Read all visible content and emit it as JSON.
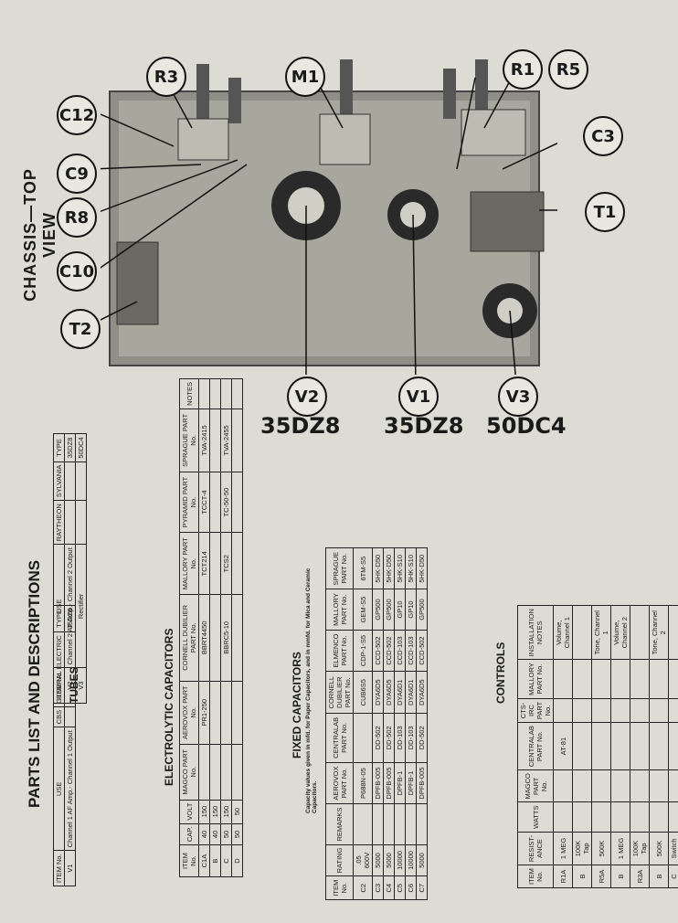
{
  "chassis": {
    "title": "CHASSIS—TOP VIEW",
    "callouts": [
      "R3",
      "M1",
      "R1",
      "R5",
      "C12",
      "C3",
      "C9",
      "T1",
      "R8",
      "C10",
      "T2",
      "V2",
      "V1",
      "V3"
    ],
    "tube_labels": [
      "35DZ8",
      "35DZ8",
      "50DC4"
    ]
  },
  "parts": {
    "title": "PARTS LIST AND DESCRIPTIONS",
    "tubes": {
      "heading": "TUBES",
      "left_headers": [
        "ITEM No.",
        "USE",
        "CBS",
        "GENERAL ELECTRIC",
        "TYPE"
      ],
      "left_rows": [
        [
          "V1",
          "Channel 1 AF Amp.- Channel 1 Output",
          "35DZ8"
        ]
      ],
      "right_headers": [
        "ITEM No.",
        "USE",
        "RAYTHEON",
        "SYLVANIA",
        "TYPE"
      ],
      "right_rows": [
        [
          "V2",
          "Channel 2 AF Amp.- Channel 2 Output",
          "35DZ8"
        ],
        [
          "V3",
          "Rectifier",
          "50DC4"
        ]
      ]
    },
    "electrolytic": {
      "heading": "ELECTROLYTIC CAPACITORS",
      "headers": [
        "ITEM No.",
        "CAP.",
        "VOLT",
        "MAGCO PART No.",
        "AEROVOX PART No.",
        "CORNELL DUBILIER PART No.",
        "MALLORY PART No.",
        "PYRAMID PART No.",
        "SPRAGUE PART No.",
        "NOTES"
      ],
      "rows": [
        [
          "C1A",
          "40",
          "150",
          "",
          "PR1-250",
          "BBRT4450",
          "TCT214",
          "TCCT-4",
          "TVA-2415",
          ""
        ],
        [
          "B",
          "40",
          "150",
          "",
          "",
          "",
          "",
          "",
          "",
          ""
        ],
        [
          "C",
          "50",
          "150",
          "",
          "",
          "BBRC5-10",
          "TCS2",
          "TC-50-50",
          "TVA-2455",
          ""
        ],
        [
          "D",
          "50",
          "50",
          "",
          "",
          "",
          "",
          "",
          "",
          ""
        ]
      ]
    },
    "fixed": {
      "heading": "FIXED CAPACITORS",
      "note": "Capacity values given in mfd. for Paper Capacitors, and in mmfd. for Mica and Ceramic Capacitors.",
      "headers": [
        "ITEM No.",
        "RATING",
        "REMARKS",
        "AEROVOX PART No.",
        "CENTRALAB PART No.",
        "CORNELL DUBILIER PART No.",
        "ELMENCO PART No.",
        "MALLORY PART No.",
        "SPRAGUE PART No."
      ],
      "rows": [
        [
          "C2",
          ".05 600V",
          "",
          "P688N-05",
          "",
          "CUB6S5",
          "CDP-1-S5",
          "GEM-S5",
          "6TM-S5"
        ],
        [
          "C3",
          "5000",
          "",
          "DPFB-005",
          "DD-502",
          "DYA6D5",
          "CCD-502",
          "GP500",
          "5HK-D50"
        ],
        [
          "C4",
          "5000",
          "",
          "DPFB-005",
          "DD-502",
          "DYA6D5",
          "CCD-502",
          "GP500",
          "5HK-D50"
        ],
        [
          "C5",
          "10000",
          "",
          "DPFB-1",
          "DD-103",
          "DYA6D1",
          "CCD-103",
          "GP10",
          "5HK-S10"
        ],
        [
          "C6",
          "10000",
          "",
          "DPFB-1",
          "DD-103",
          "DYA6D1",
          "CCD-103",
          "GP10",
          "5HK-S10"
        ],
        [
          "C7",
          "5000",
          "",
          "DPFB-005",
          "DD-502",
          "DYA6D5",
          "CCD-502",
          "GP500",
          "5HK-D50"
        ]
      ]
    },
    "controls": {
      "heading": "CONTROLS",
      "headers": [
        "ITEM No.",
        "RESIST-ANCE",
        "WATTS",
        "MAGCO PART No.",
        "CENTRALAB PART No.",
        "CTS-IRC PART No.",
        "MALLORY PART No.",
        "INSTALLATION NOTES"
      ],
      "rows": [
        [
          "R1A",
          "1 MEG",
          "",
          "",
          "AT-81",
          "",
          "",
          "Volume, Channel 1"
        ],
        [
          "B",
          "100K Tap",
          "",
          "",
          "",
          "",
          "",
          ""
        ],
        [
          "R5A",
          "500K",
          "",
          "",
          "",
          "",
          "",
          "Tone, Channel 1"
        ],
        [
          "B",
          "1 MEG",
          "",
          "",
          "",
          "",
          "",
          "Volume, Channel 2"
        ],
        [
          "R3A",
          "100K Tap",
          "",
          "",
          "",
          "",
          "",
          ""
        ],
        [
          "B",
          "500K",
          "",
          "",
          "",
          "",
          "",
          "Tone, Channel 2"
        ],
        [
          "C",
          "Switch",
          "",
          "",
          "",
          "",
          "",
          ""
        ]
      ]
    }
  }
}
